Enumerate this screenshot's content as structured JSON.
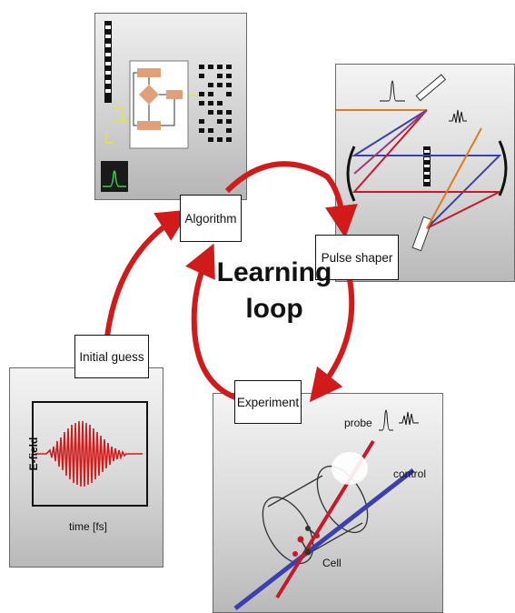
{
  "loop": {
    "title_line1": "Learning",
    "title_line2": "loop"
  },
  "nodes": {
    "algorithm": "Algorithm",
    "pulse_shaper": "Pulse shaper",
    "experiment": "Experiment",
    "initial_guess": "Initial guess"
  },
  "initial_panel": {
    "ylabel": "E-field",
    "xlabel": "time [fs]"
  },
  "experiment_panel": {
    "probe_label": "probe",
    "control_label": "control",
    "cell_label": "Cell"
  },
  "colors": {
    "arrow": "#d11a1a",
    "wave": "#d11a1a",
    "orange_beam": "#e07a1a",
    "blue_beam": "#3b3fb0",
    "red_beam": "#c8182b",
    "flow_box": "#e0a07a"
  }
}
